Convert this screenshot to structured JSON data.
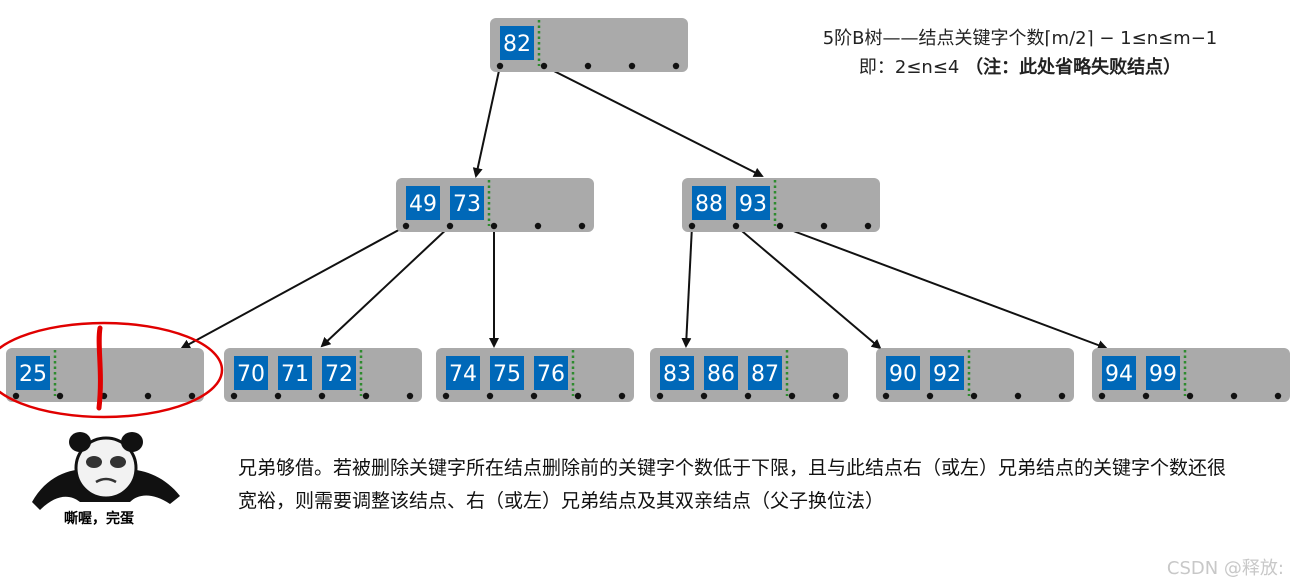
{
  "rule": {
    "line1": "5阶B树——结点关键字个数⌈m/2⌉ − 1≤n≤m−1",
    "line2": "即：2≤n≤4",
    "note": "（注：此处省略失败结点）"
  },
  "explanation": "兄弟够借。若被删除关键字所在结点删除前的关键字个数低于下限，且与此结点右（或左）兄弟结点的关键字个数还很宽裕，则需要调整该结点、右（或左）兄弟结点及其双亲结点（父子换位法）",
  "sticker_caption": "嘶喔，完蛋",
  "watermark": "CSDN @释放:",
  "colors": {
    "node": "#aaaaaa",
    "key": "#0068b8",
    "marker": "#e00000",
    "separator": "#2e8b2e"
  },
  "tree": {
    "nodes": [
      {
        "id": "root",
        "keys": [
          "82"
        ]
      },
      {
        "id": "n49",
        "keys": [
          "49",
          "73"
        ]
      },
      {
        "id": "n88",
        "keys": [
          "88",
          "93"
        ]
      },
      {
        "id": "n25",
        "keys": [
          "25"
        ]
      },
      {
        "id": "n70",
        "keys": [
          "70",
          "71",
          "72"
        ]
      },
      {
        "id": "n74",
        "keys": [
          "74",
          "75",
          "76"
        ]
      },
      {
        "id": "n83",
        "keys": [
          "83",
          "86",
          "87"
        ]
      },
      {
        "id": "n90",
        "keys": [
          "90",
          "92"
        ]
      },
      {
        "id": "n94",
        "keys": [
          "94",
          "99"
        ]
      }
    ],
    "edges": [
      [
        "root",
        "n49"
      ],
      [
        "root",
        "n88"
      ],
      [
        "n49",
        "n25"
      ],
      [
        "n49",
        "n70"
      ],
      [
        "n49",
        "n74"
      ],
      [
        "n88",
        "n83"
      ],
      [
        "n88",
        "n90"
      ],
      [
        "n88",
        "n94"
      ]
    ]
  }
}
